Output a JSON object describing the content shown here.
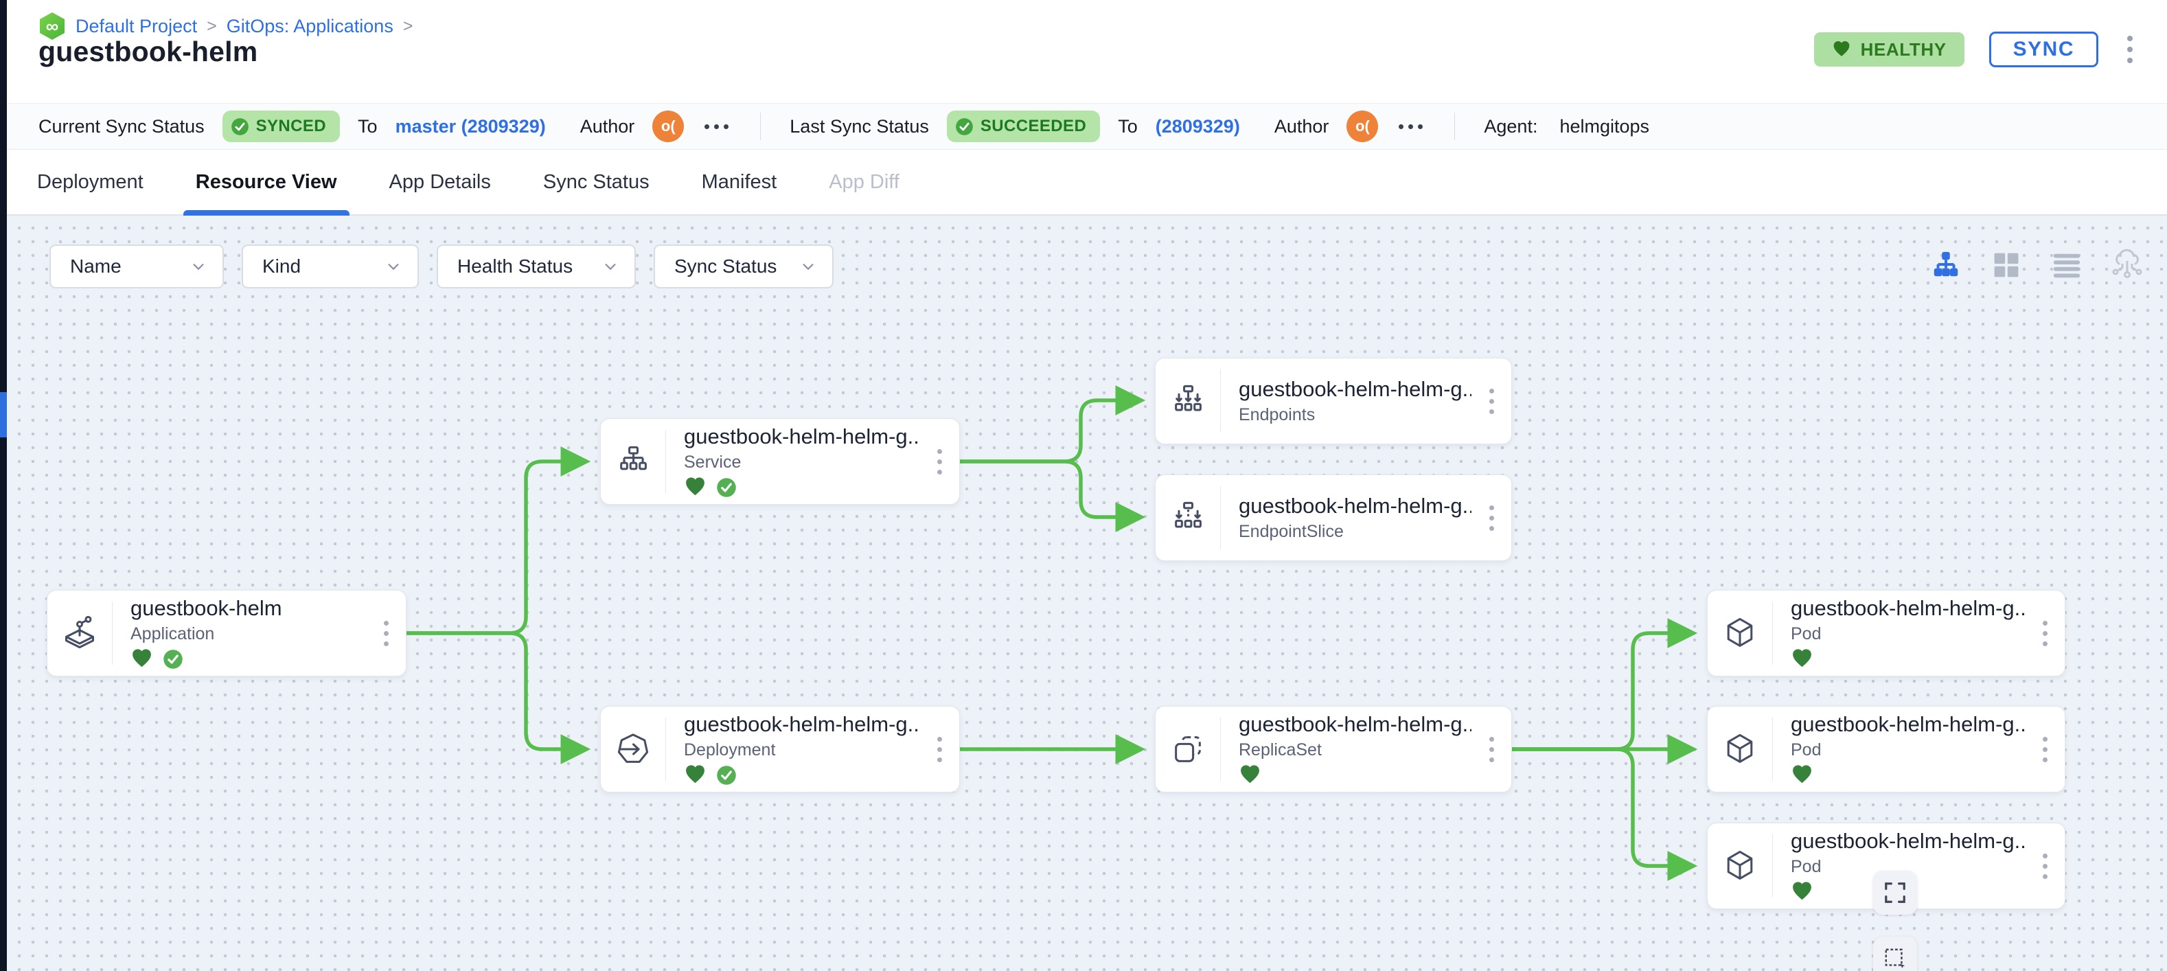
{
  "page": {
    "title": "guestbook-helm"
  },
  "breadcrumb": {
    "sep": ">",
    "items": [
      {
        "label": "Default Project"
      },
      {
        "label": "GitOps: Applications"
      }
    ]
  },
  "header": {
    "health_label": "HEALTHY",
    "sync_label": "SYNC"
  },
  "status_bar": {
    "current_label": "Current Sync Status",
    "current_badge": "SYNCED",
    "current_to_label": "To",
    "current_revision": "master (2809329)",
    "author_label": "Author",
    "author_initials": "o(",
    "last_label": "Last Sync Status",
    "last_badge": "SUCCEEDED",
    "last_to_label": "To",
    "last_revision": "(2809329)",
    "agent_label": "Agent:",
    "agent_value": "helmgitops"
  },
  "tabs": [
    {
      "label": "Deployment",
      "state": "normal"
    },
    {
      "label": "Resource View",
      "state": "active"
    },
    {
      "label": "App Details",
      "state": "normal"
    },
    {
      "label": "Sync Status",
      "state": "normal"
    },
    {
      "label": "Manifest",
      "state": "normal"
    },
    {
      "label": "App Diff",
      "state": "disabled"
    }
  ],
  "filters": [
    {
      "label": "Name"
    },
    {
      "label": "Kind"
    },
    {
      "label": "Health Status"
    },
    {
      "label": "Sync Status"
    }
  ],
  "view_toggles": [
    {
      "name": "tree-view",
      "active": true
    },
    {
      "name": "grid-view",
      "active": false
    },
    {
      "name": "list-view",
      "active": false
    },
    {
      "name": "cluster-view",
      "active": false
    }
  ],
  "graph": {
    "nodes": [
      {
        "title": "guestbook-helm",
        "kind": "Application",
        "health": "healthy",
        "synced": true
      },
      {
        "title": "guestbook-helm-helm-g...",
        "kind": "Service",
        "health": "healthy",
        "synced": true
      },
      {
        "title": "guestbook-helm-helm-g...",
        "kind": "Endpoints",
        "health": "none",
        "synced": false
      },
      {
        "title": "guestbook-helm-helm-g...",
        "kind": "EndpointSlice",
        "health": "none",
        "synced": false
      },
      {
        "title": "guestbook-helm-helm-g...",
        "kind": "Deployment",
        "health": "healthy",
        "synced": true
      },
      {
        "title": "guestbook-helm-helm-g...",
        "kind": "ReplicaSet",
        "health": "healthy",
        "synced": false
      },
      {
        "title": "guestbook-helm-helm-g...",
        "kind": "Pod",
        "health": "healthy",
        "synced": false
      },
      {
        "title": "guestbook-helm-helm-g...",
        "kind": "Pod",
        "health": "healthy",
        "synced": false
      },
      {
        "title": "guestbook-helm-helm-g...",
        "kind": "Pod",
        "health": "healthy",
        "synced": false
      }
    ]
  },
  "colors": {
    "accent_blue": "#2f6fe4",
    "edge_green": "#57bd4d",
    "healthy_green": "#37823a",
    "synced_green": "#43a63e",
    "badge_bg": "#b4e4a8",
    "badge_text": "#1b7a20",
    "canvas_bg": "#edf2f8",
    "sidebar_dark": "#0d1524",
    "avatar_orange": "#ee8238"
  }
}
